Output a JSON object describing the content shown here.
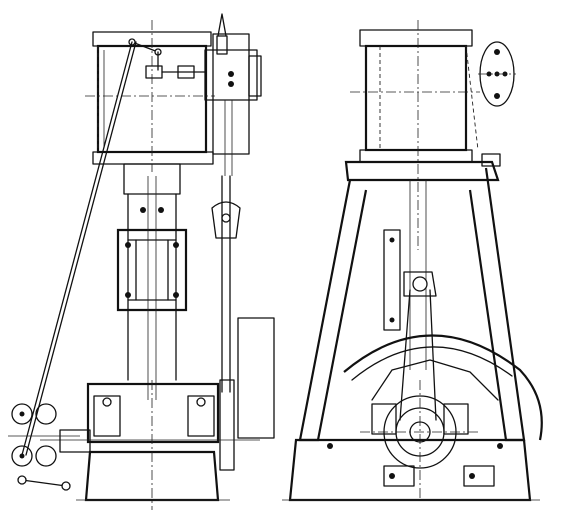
{
  "figure": {
    "views": [
      "front-elevation",
      "side-elevation"
    ],
    "subject": "vertical-steam-engine"
  },
  "icons": {
    "front": "engine-front-view-drawing",
    "side": "engine-side-view-drawing"
  },
  "colors": {
    "ink": "#111111",
    "paper": "#ffffff"
  }
}
